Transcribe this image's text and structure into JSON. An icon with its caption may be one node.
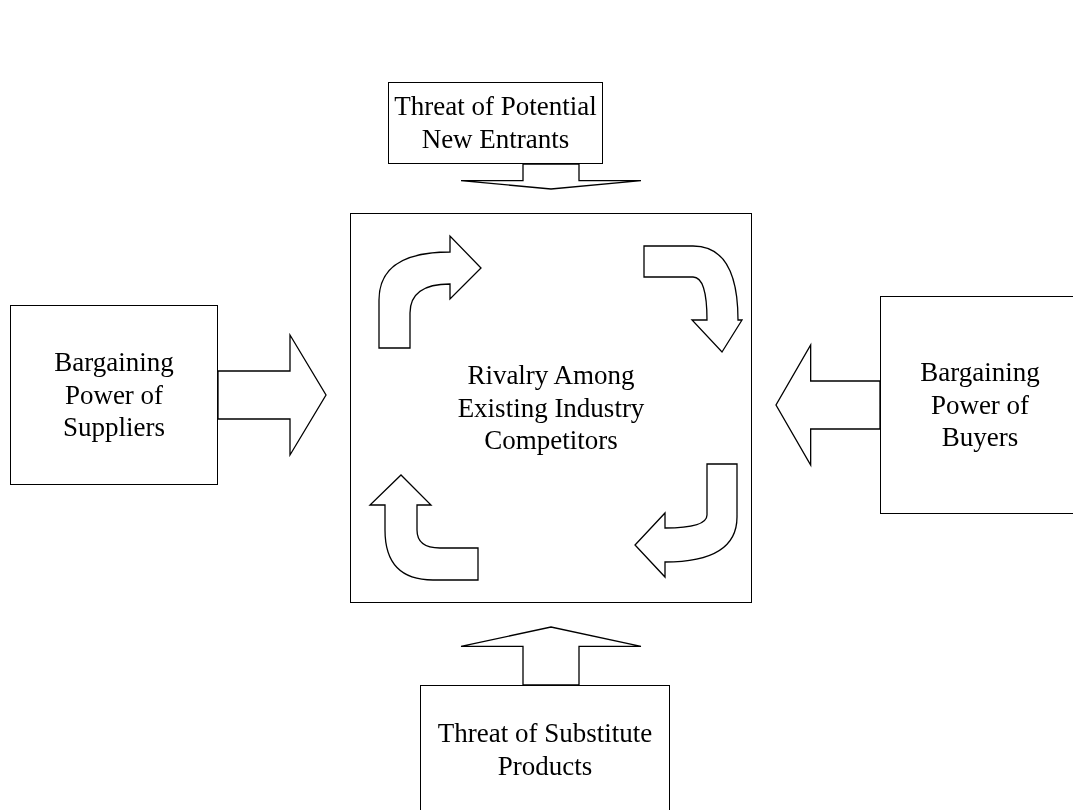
{
  "diagram": {
    "nodes": [
      {
        "text": [
          "Threat of Potential New Entrants"
        ]
      },
      {
        "text": [
          "Bargaining Power of Suppliers"
        ]
      },
      {
        "text": [
          "Rivalry Among Existing Industry Competitors"
        ]
      },
      {
        "text": [
          "Bargaining Power of Buyers"
        ]
      },
      {
        "text": [
          "Threat of Substitute Products"
        ]
      }
    ],
    "edges": [
      {
        "from": 0,
        "to": 2,
        "arrow": "to"
      },
      {
        "from": 1,
        "to": 2,
        "arrow": "to"
      },
      {
        "from": 3,
        "to": 2,
        "arrow": "to"
      },
      {
        "from": 4,
        "to": 2,
        "arrow": "to"
      }
    ]
  }
}
